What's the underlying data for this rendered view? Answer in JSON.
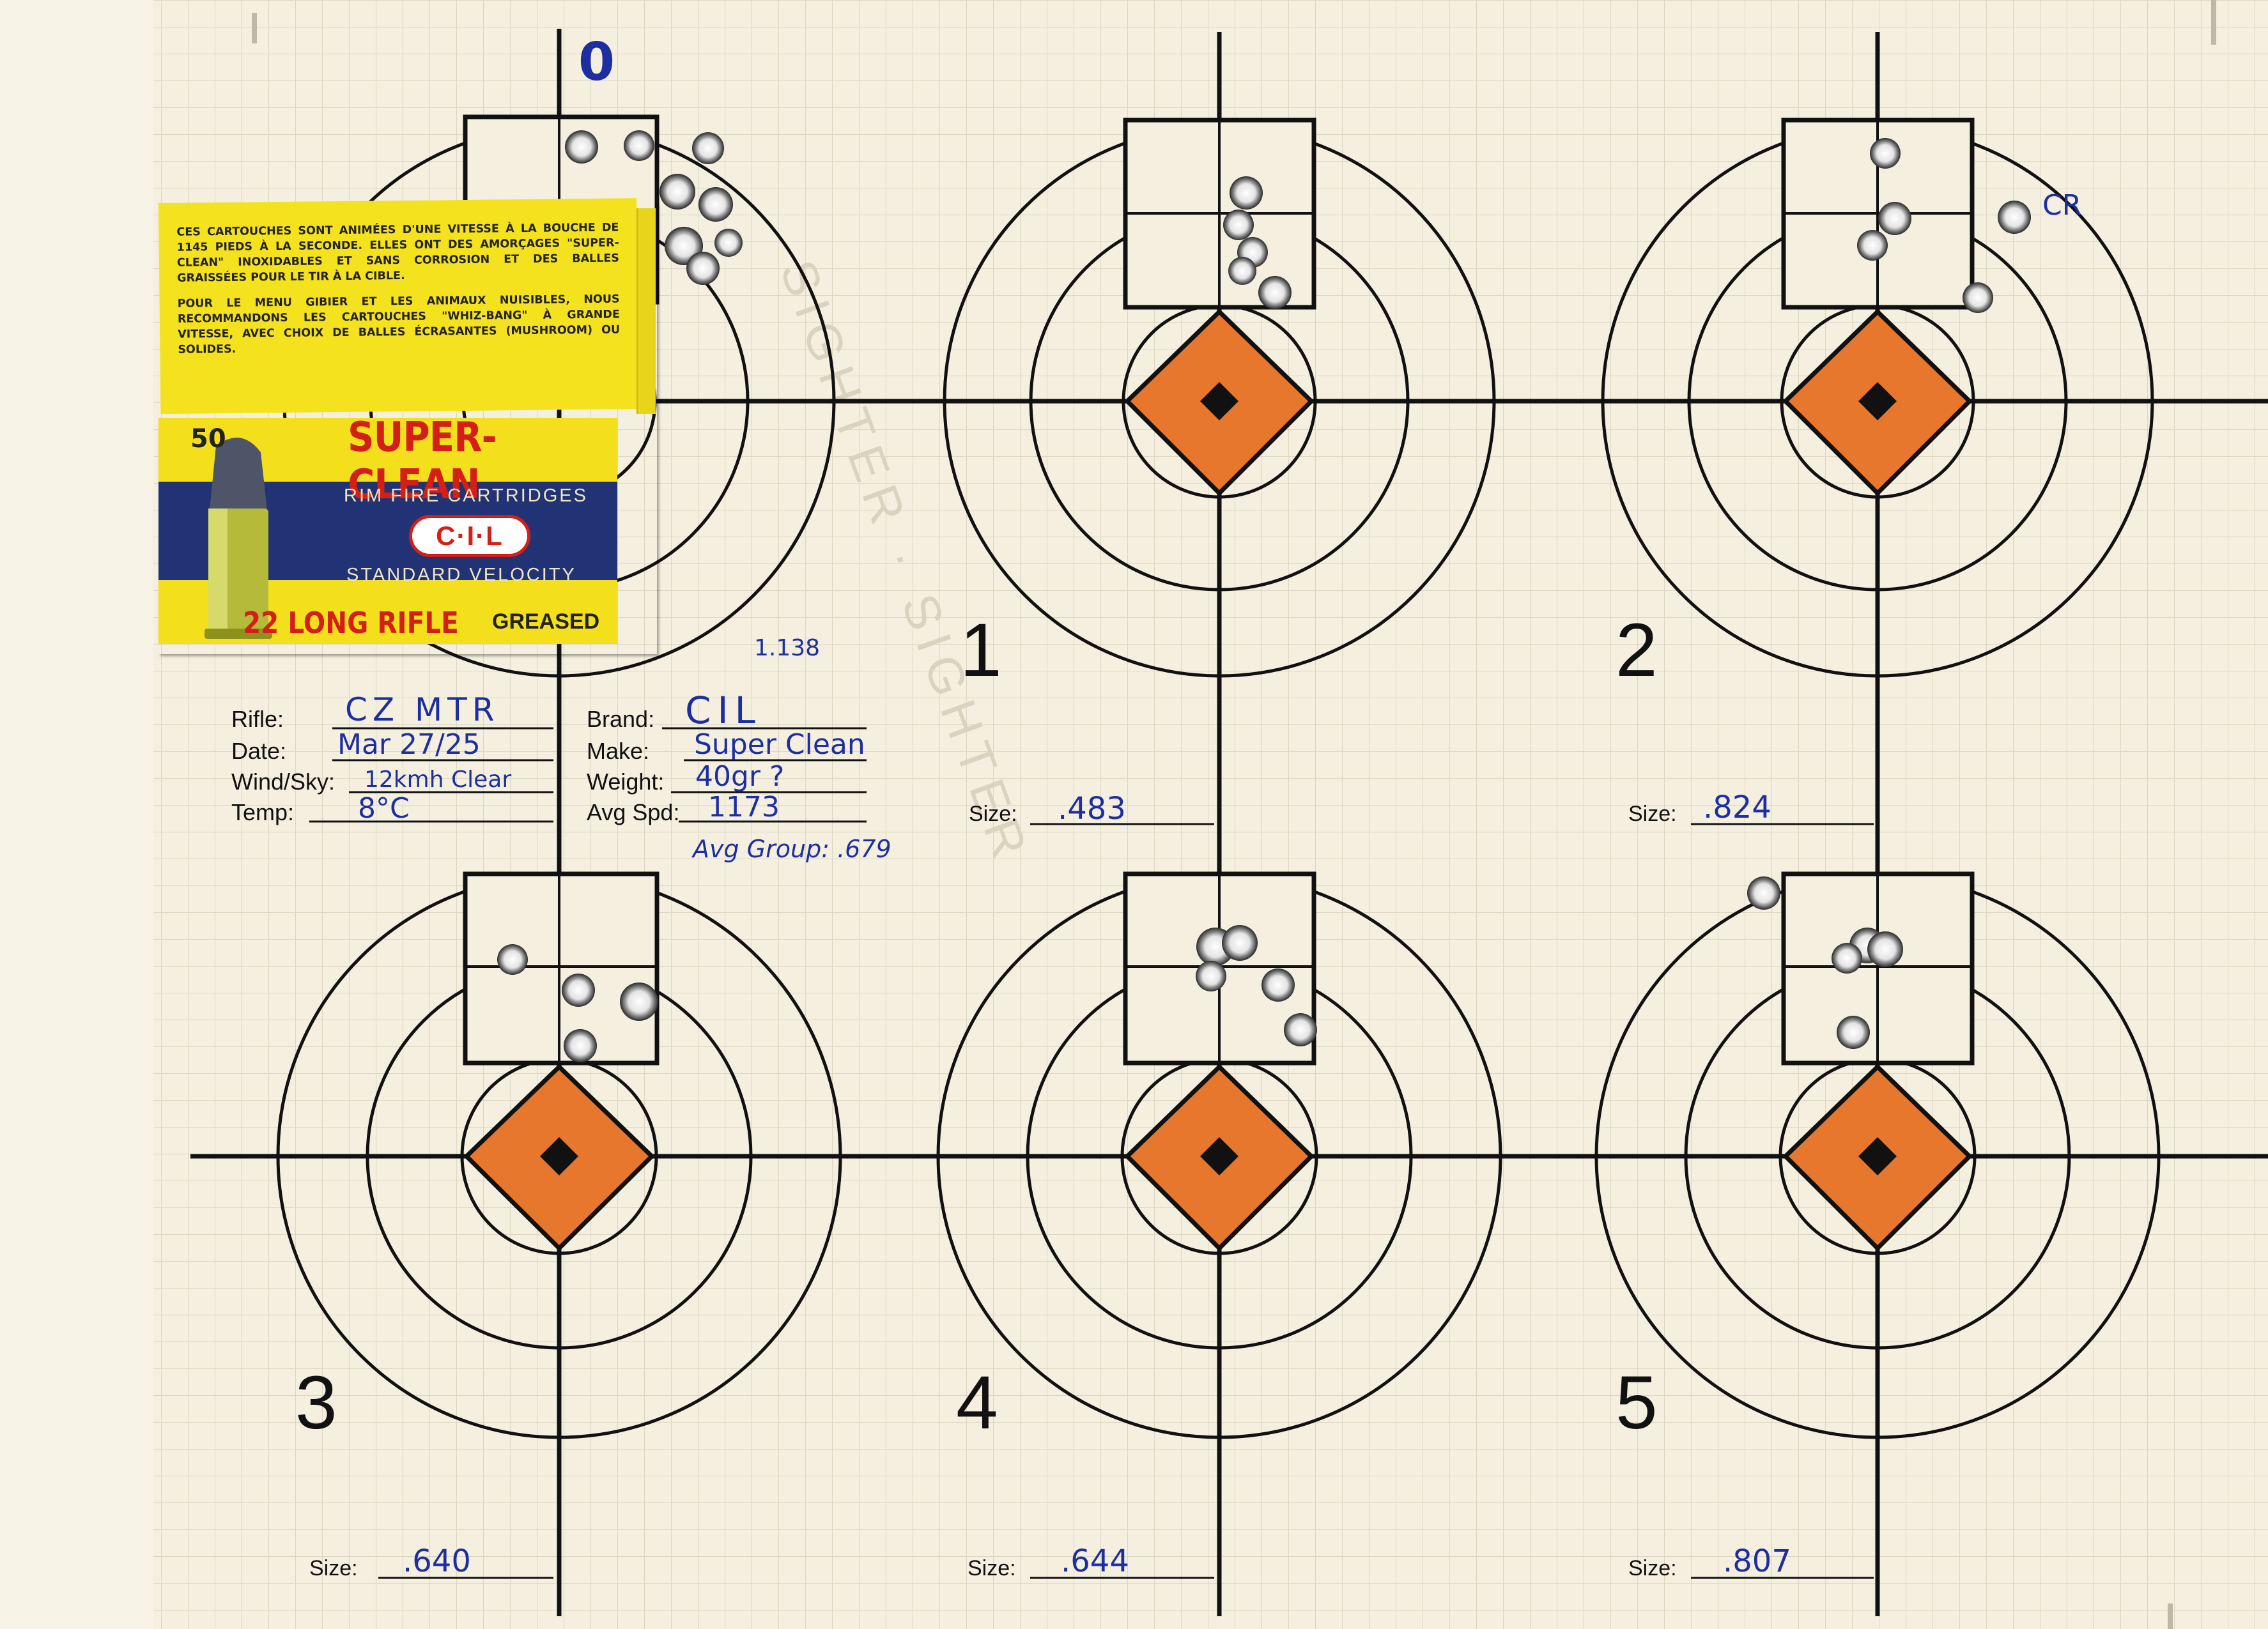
{
  "box": {
    "paragraph1": "Ces cartouches sont animées d'une vitesse à la bouche de 1145 pieds à la seconde. Elles ont des amorçages \"Super-Clean\" inoxidables et sans corrosion et des balles graissées pour le tir à la cible.",
    "paragraph2": "Pour le menu gibier et les animaux nuisibles, nous recommandons les cartouches \"Whiz-Bang\" à grande vitesse, avec choix de balles écrasantes (mushroom) ou solides.",
    "count": "50",
    "brand": "SUPER-CLEAN",
    "line1": "RIM FIRE CARTRIDGES",
    "logo": "C·I·L",
    "line2": "STANDARD VELOCITY",
    "caliber": "22 LONG RIFLE",
    "greased": "GREASED"
  },
  "sighter": {
    "label": "0",
    "watermark": "SIGHTER · SIGHTER"
  },
  "targets": [
    {
      "number": "1",
      "size_label": "Size:",
      "size_value": ".483"
    },
    {
      "number": "2",
      "size_label": "Size:",
      "size_value": ".824",
      "note": "CR"
    },
    {
      "number": "3",
      "size_label": "Size:",
      "size_value": ".640"
    },
    {
      "number": "4",
      "size_label": "Size:",
      "size_value": ".644"
    },
    {
      "number": "5",
      "size_label": "Size:",
      "size_value": ".807"
    }
  ],
  "info": {
    "rifle_label": "Rifle:",
    "rifle_value": "CZ MTR",
    "date_label": "Date:",
    "date_value": "Mar 27/25",
    "wind_label": "Wind/Sky:",
    "wind_value": "12kmh Clear",
    "temp_label": "Temp:",
    "temp_value": "8°C",
    "brand_label": "Brand:",
    "brand_value": "CIL",
    "make_label": "Make:",
    "make_value": "Super Clean",
    "weight_label": "Weight:",
    "weight_value": "40gr ?",
    "speed_label": "Avg Spd:",
    "speed_value": "1173",
    "avg_group": "Avg Group: .679",
    "sighter_note": "1.138"
  },
  "colors": {
    "paper": "#f4efdf",
    "grid": "#dcd6c2",
    "diamond": "#e8772e",
    "ink": "#1d2fa0",
    "box_yellow": "#f4df1c",
    "box_blue": "#223375",
    "box_red": "#d41f16"
  }
}
